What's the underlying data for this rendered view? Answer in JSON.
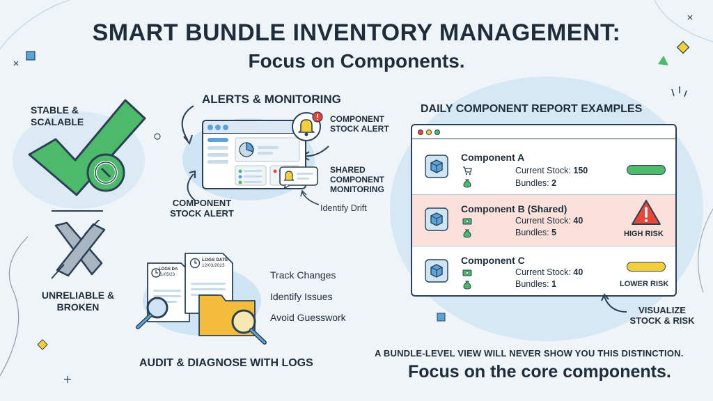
{
  "header": {
    "title": "SMART BUNDLE INVENTORY MANAGEMENT:",
    "subtitle": "Focus on Components."
  },
  "left": {
    "good_label": "STABLE & SCALABLE",
    "bad_label": "UNRELIABLE & BROKEN"
  },
  "alerts": {
    "heading": "ALERTS & MONITORING",
    "callout_top": "COMPONENT STOCK ALERT",
    "callout_shared": "SHARED COMPONENT MONITORING",
    "callout_bottom_left": "COMPONENT STOCK ALERT",
    "drift": "Identify Drift"
  },
  "logs": {
    "doc1_title": "LOGS DA",
    "doc1_date": "11/05/23",
    "doc2_title": "LOGS DATE",
    "doc2_date": "12/03/2023",
    "items": [
      "Track Changes",
      "Identify Issues",
      "Avoid Guesswork"
    ],
    "heading": "AUDIT & DIAGNOSE WITH LOGS"
  },
  "report": {
    "heading": "DAILY COMPONENT REPORT EXAMPLES",
    "stock_label": "Current Stock:",
    "bundles_label": "Bundles:",
    "rows": [
      {
        "name": "Component A",
        "stock": "150",
        "bundles": "2",
        "risk": "",
        "color": "#4cba6a"
      },
      {
        "name": "Component B (Shared)",
        "stock": "40",
        "bundles": "5",
        "risk": "HIGH RISK",
        "color": "#e8463a"
      },
      {
        "name": "Component C",
        "stock": "40",
        "bundles": "1",
        "risk": "LOWER RISK",
        "color": "#f2cf3b"
      }
    ],
    "visualize": "VISUALIZE STOCK & RISK"
  },
  "footer": {
    "caps": "A BUNDLE-LEVEL VIEW WILL NEVER SHOW YOU THIS DISTINCTION.",
    "big": "Focus on the core components."
  },
  "colors": {
    "green": "#4cba6a",
    "red": "#e8463a",
    "yellow": "#f2cf3b",
    "ink": "#1f2d3b",
    "blob": "#cfe4f4",
    "highlight_row": "#fbe1da"
  }
}
